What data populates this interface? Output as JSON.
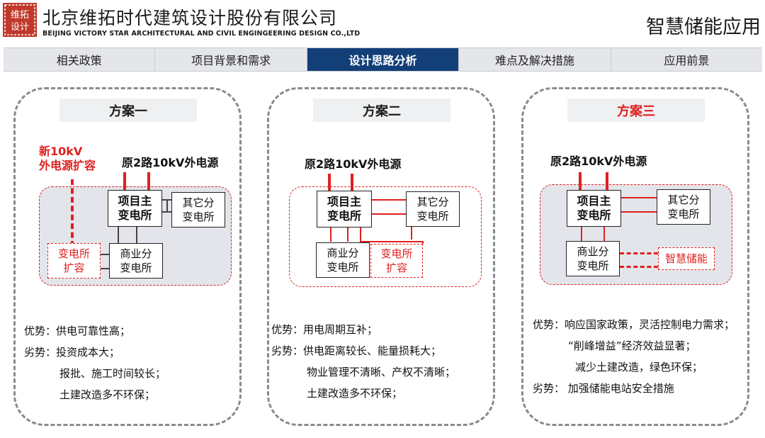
{
  "header": {
    "logo_text_top": "维拓",
    "logo_text_bottom": "设计",
    "company_cn": "北京维拓时代建筑设计股份有限公司",
    "company_en": "BEIJING VICTORY STAR ARCHITECTURAL AND CIVIL ENGINGEERING DESIGN CO.,LTD",
    "page_title": "智慧储能应用"
  },
  "nav": {
    "tabs": [
      "相关政策",
      "项目背景和需求",
      "设计思路分析",
      "难点及解决措施",
      "应用前景"
    ],
    "active_index": 2
  },
  "colors": {
    "accent_red": "#e02020",
    "nav_active": "#123f78",
    "zone_grey": "#e3e5ea"
  },
  "schemes": [
    {
      "title": "方案一",
      "new_source": [
        "新10kV",
        "外电源扩容"
      ],
      "source_label": "原2路10kV外电源",
      "boxes": {
        "main": [
          "项目主",
          "变电所"
        ],
        "other": [
          "其它分",
          "变电所"
        ],
        "commercial": [
          "商业分",
          "变电所"
        ],
        "expansion": [
          "变电所",
          "扩容"
        ]
      },
      "lines": [
        "优势：供电可靠性高；",
        "劣势：投资成本大；",
        "报批、施工时间较长；",
        "土建改造多不环保；"
      ]
    },
    {
      "title": "方案二",
      "source_label": "原2路10kV外电源",
      "boxes": {
        "main": [
          "项目主",
          "变电所"
        ],
        "other": [
          "其它分",
          "变电所"
        ],
        "commercial": [
          "商业分",
          "变电所"
        ],
        "expansion": [
          "变电所",
          "扩容"
        ]
      },
      "lines": [
        "优势：用电周期互补；",
        "劣势：供电距离较长、能量损耗大；",
        "物业管理不清晰、产权不清晰；",
        "土建改造多不环保；"
      ]
    },
    {
      "title": "方案三",
      "source_label": "原2路10kV外电源",
      "boxes": {
        "main": [
          "项目主",
          "变电所"
        ],
        "other": [
          "其它分",
          "变电所"
        ],
        "commercial": [
          "商业分",
          "变电所"
        ],
        "storage": [
          "智慧储能"
        ]
      },
      "lines": [
        "优势：响应国家政策，灵活控制电力需求；",
        "“削峰增益”经济效益显著；",
        "减少土建改造，绿色环保；",
        "劣势： 加强储能电站安全措施"
      ]
    }
  ]
}
